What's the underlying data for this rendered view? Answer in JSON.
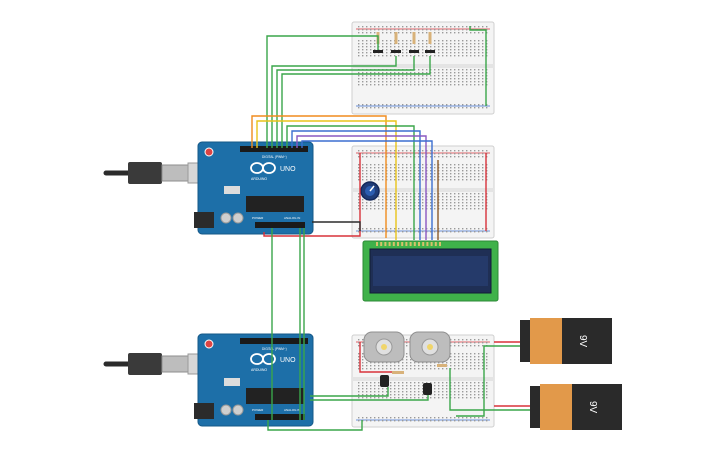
{
  "boards": {
    "top": {
      "brand_mark": "ARDUINO",
      "model": "UNO",
      "header_text": "DIGITAL (PWM~)",
      "power_text": "POWER",
      "analog_text": "ANALOG IN"
    },
    "bottom": {
      "brand_mark": "ARDUINO",
      "model": "UNO",
      "header_text": "DIGITAL (PWM~)",
      "power_text": "POWER",
      "analog_text": "ANALOG IN"
    }
  },
  "batteries": [
    {
      "label": "9V"
    },
    {
      "label": "9V"
    }
  ],
  "colors": {
    "board_blue": "#1d6fa8",
    "breadboard": "#f2f2f2",
    "wire_green": "#3aa64a",
    "wire_red": "#d8323a",
    "wire_black": "#2b2b2b",
    "wire_yellow": "#e8c31a",
    "wire_orange": "#f08c1e",
    "wire_blue": "#3c6fd0",
    "wire_purple": "#8a58c0",
    "wire_brown": "#8b5a2b",
    "lcd_green": "#3fb24a",
    "lcd_screen": "#1f2f55",
    "battery_orange": "#e2994a",
    "battery_black": "#2a2a2a"
  }
}
